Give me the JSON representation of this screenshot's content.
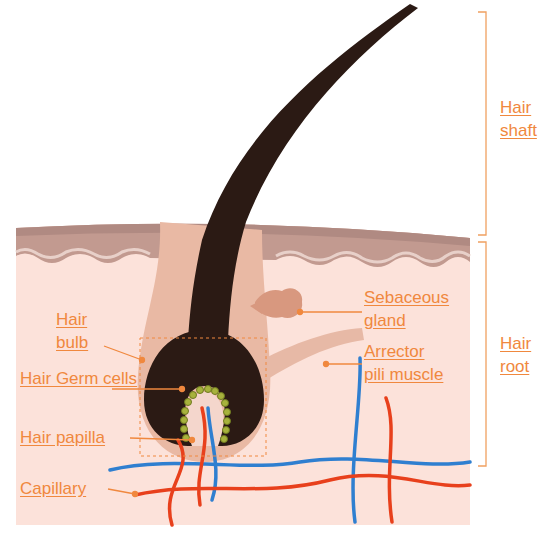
{
  "diagram": {
    "labels": [
      "Hair shaft",
      "Sebaceous gland",
      "Hair bulb",
      "Arrector pili muscle",
      "Hair root",
      "Hair Germ cells",
      "Hair papilla",
      "Capillary"
    ]
  }
}
